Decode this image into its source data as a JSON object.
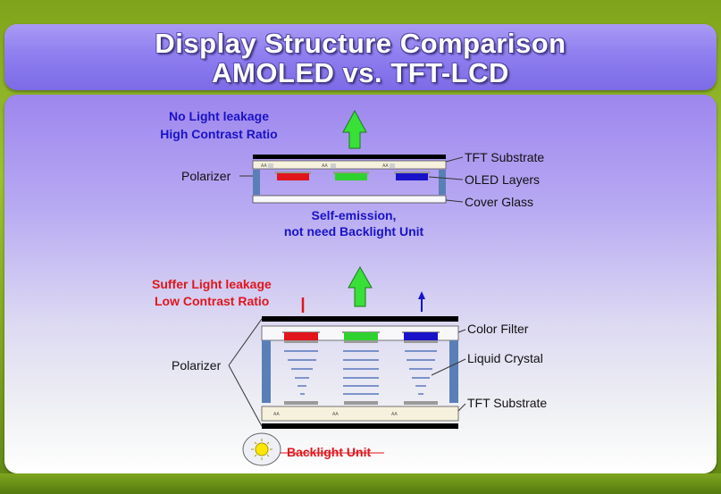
{
  "title": {
    "line1": "Display Structure Comparison",
    "line2": "AMOLED vs. TFT-LCD"
  },
  "amoled": {
    "note_line1": "No Light leakage",
    "note_line2": "High Contrast Ratio",
    "label_polarizer": "Polarizer",
    "label_tft_substrate": "TFT Substrate",
    "label_oled_layers": "OLED Layers",
    "label_cover_glass": "Cover Glass",
    "emission_line1": "Self-emission,",
    "emission_line2": "not need Backlight Unit"
  },
  "lcd": {
    "note_line1": "Suffer Light leakage",
    "note_line2": "Low Contrast Ratio",
    "label_polarizer": "Polarizer",
    "label_color_filter": "Color Filter",
    "label_liquid_crystal": "Liquid Crystal",
    "label_tft_substrate": "TFT Substrate",
    "label_backlight": "Backlight Unit"
  },
  "colors": {
    "red": "#e0161c",
    "green": "#2fd12f",
    "blue": "#1a12c8",
    "arrow_green": "#38e038"
  }
}
